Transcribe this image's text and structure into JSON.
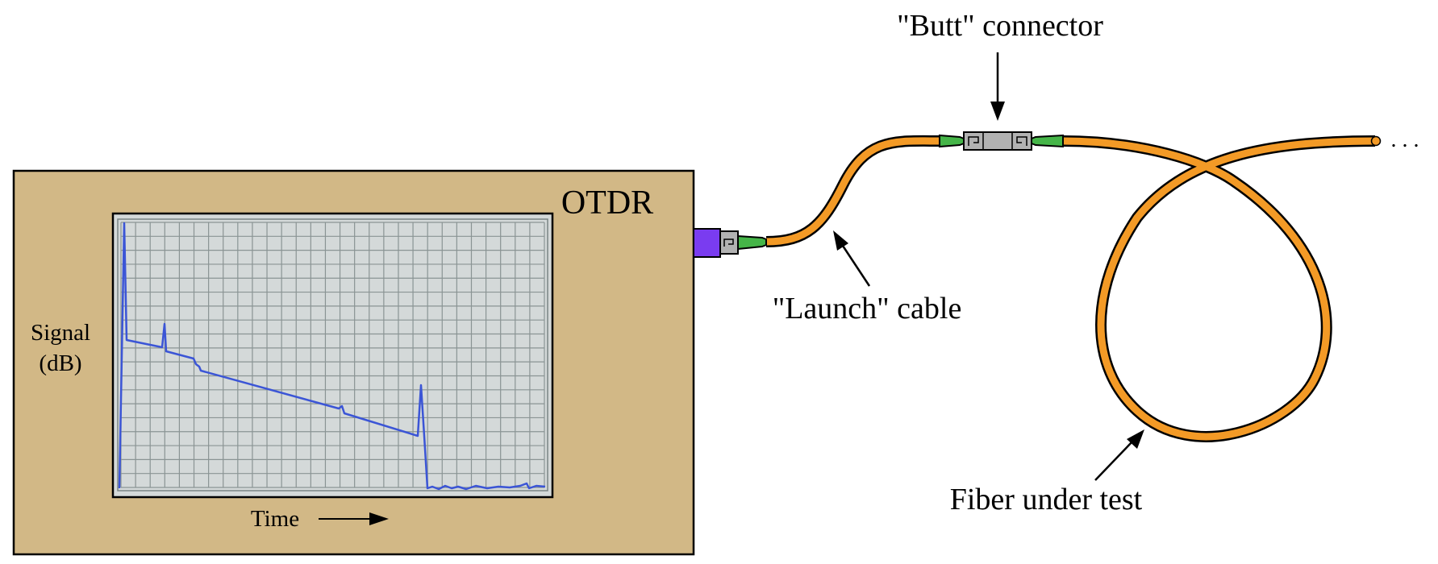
{
  "instrument": {
    "name": "OTDR",
    "y_axis_label_line1": "Signal",
    "y_axis_label_line2": "(dB)",
    "x_axis_label": "Time"
  },
  "labels": {
    "butt_connector": "\"Butt\" connector",
    "launch_cable": "\"Launch\" cable",
    "fiber_under_test": "Fiber under test",
    "continuation": ". . ."
  },
  "colors": {
    "instrument_body": "#d2b886",
    "screen": "#d4d9d9",
    "grid": "#8a9494",
    "trace": "#3b55d6",
    "fiber": "#f39a26",
    "connector_boot": "#45b548",
    "connector_body": "#b2b2b2",
    "port": "#7a3cf0"
  }
}
